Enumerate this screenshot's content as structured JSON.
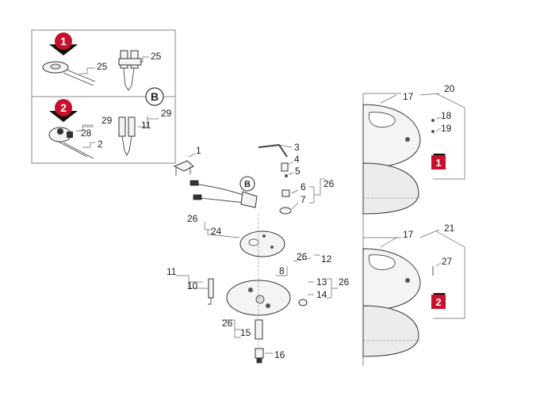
{
  "inset": {
    "badge_1": "1",
    "badge_2": "2",
    "badge_b": "B",
    "labels": {
      "l25a": "25",
      "l25b": "25",
      "l29a": "29",
      "l28": "28",
      "l2": "2",
      "l29b": "29",
      "l11": "11"
    }
  },
  "main": {
    "badge_b": "B",
    "labels": {
      "l1": "1",
      "l3": "3",
      "l4": "4",
      "l5": "5",
      "l6": "6",
      "l7": "7",
      "l26a": "26",
      "l26b": "26",
      "l24": "24",
      "l26c": "26",
      "l12": "12",
      "l8": "8",
      "l11": "11",
      "l10": "10",
      "l13": "13",
      "l26d": "26",
      "l14": "14",
      "l26e": "26",
      "l15": "15",
      "l16": "16"
    }
  },
  "right": {
    "badge_1": "1",
    "badge_2": "2",
    "labels": {
      "l17a": "17",
      "l20": "20",
      "l18": "18",
      "l19": "19",
      "l17b": "17",
      "l21": "21",
      "l27": "27"
    }
  },
  "colors": {
    "badge": "#c8102e",
    "line": "#444444"
  }
}
